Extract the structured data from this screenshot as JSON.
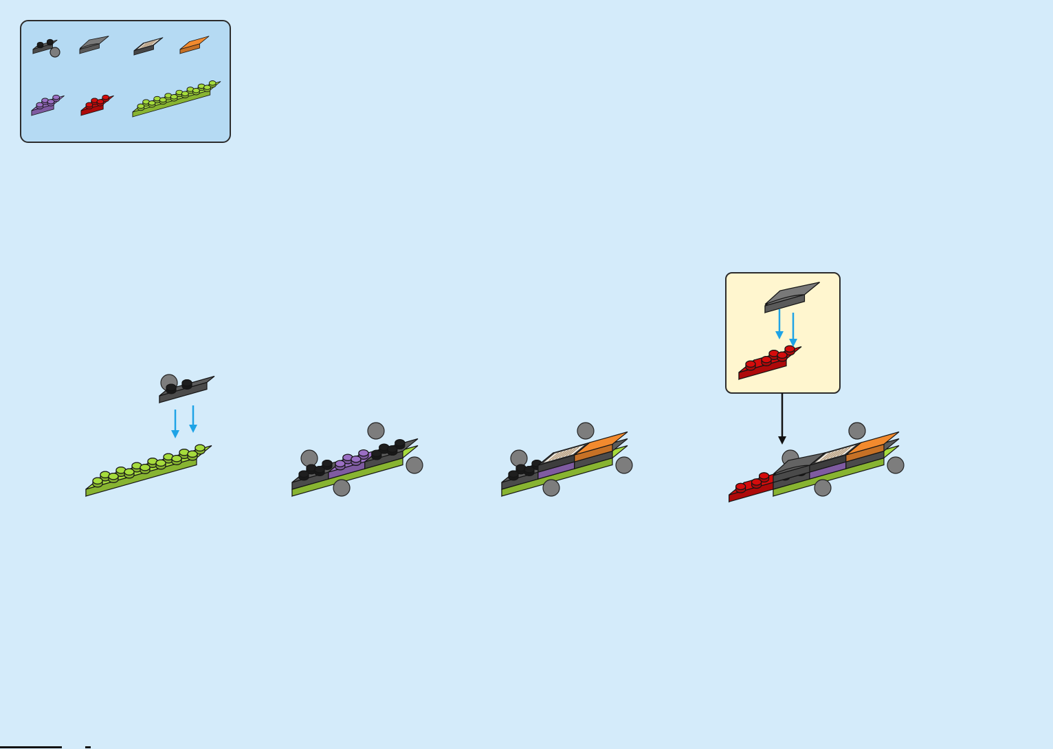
{
  "page": {
    "background": "#d4ebfa"
  },
  "parts_list": {
    "background": "#b5daf3",
    "items": [
      {
        "icon": "black-plate-wheel-holder-icon",
        "color": "#5c5c5c"
      },
      {
        "icon": "gray-curved-slope-icon",
        "color": "#6e6e6e"
      },
      {
        "icon": "grille-tile-icon",
        "color": "#f1ece2"
      },
      {
        "icon": "orange-tile-icon",
        "color": "#f28a2e"
      },
      {
        "icon": "purple-plate-2x2-icon",
        "color": "#9b6fc4"
      },
      {
        "icon": "red-round-plate-icon",
        "color": "#d40c0c"
      },
      {
        "icon": "lime-plate-2x8-icon",
        "color": "#a6dc3c"
      }
    ]
  },
  "colors": {
    "lime": "#a6dc3c",
    "black_plate": "#5c5c5c",
    "stud_dark": "#1e1e1e",
    "purple": "#9b6fc4",
    "orange": "#f28a2e",
    "red": "#d40c0c",
    "gray": "#6e6e6e",
    "wheel": "#7d7d7d",
    "grille": "#f1ece2",
    "arrow_blue": "#1ea3e6",
    "arrow_black": "#111111",
    "callout_bg": "#fff6cf"
  },
  "steps": [
    {
      "name": "step-1",
      "action": "attach-wheel-holder"
    },
    {
      "name": "step-2",
      "action": "chassis"
    },
    {
      "name": "step-3",
      "action": "add-tiles"
    },
    {
      "name": "step-4",
      "action": "add-nose"
    }
  ]
}
